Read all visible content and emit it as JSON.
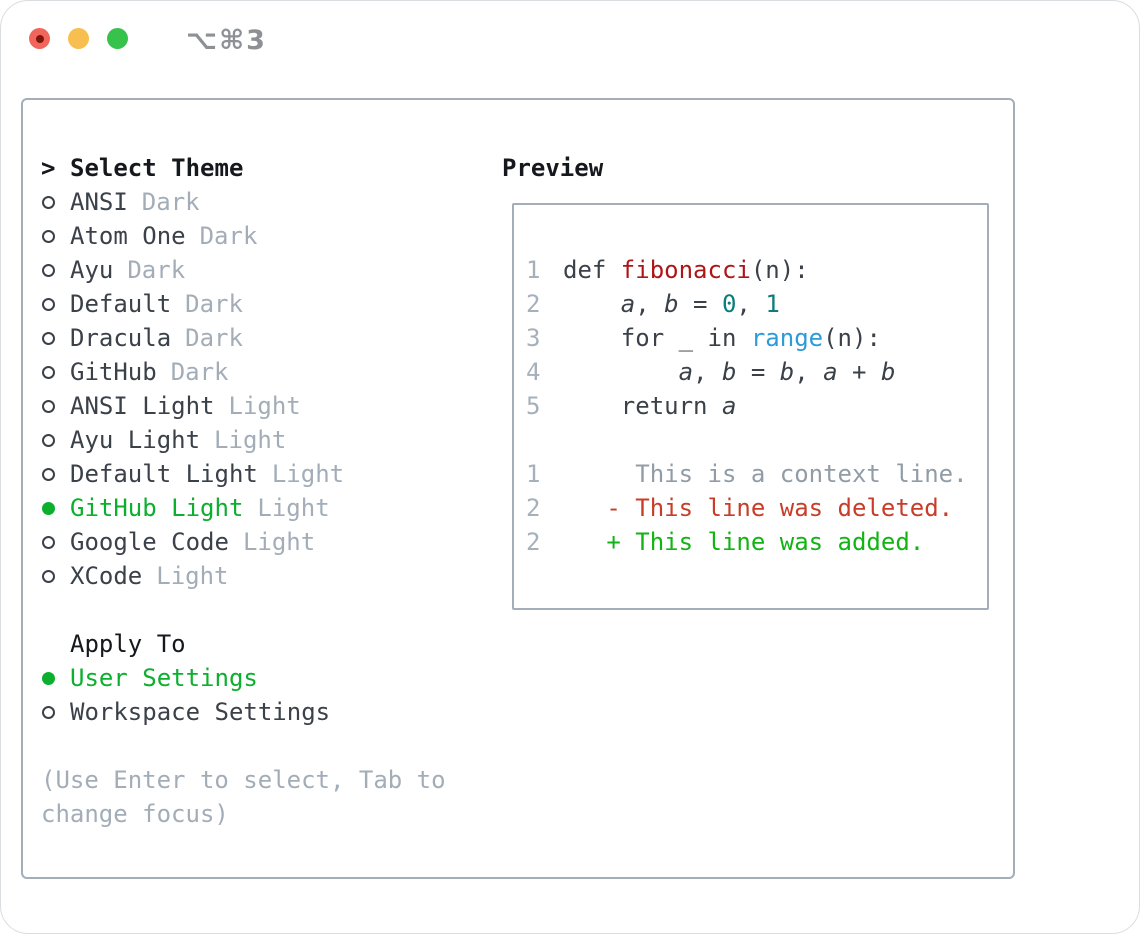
{
  "window": {
    "title": "⌥⌘3",
    "traffic_lights": [
      "close",
      "minimize",
      "zoom"
    ]
  },
  "theme_list": {
    "header_prefix": ">",
    "header": "Select Theme",
    "items": [
      {
        "name": "ANSI",
        "variant": "Dark",
        "selected": false
      },
      {
        "name": "Atom One",
        "variant": "Dark",
        "selected": false
      },
      {
        "name": "Ayu",
        "variant": "Dark",
        "selected": false
      },
      {
        "name": "Default",
        "variant": "Dark",
        "selected": false
      },
      {
        "name": "Dracula",
        "variant": "Dark",
        "selected": false
      },
      {
        "name": "GitHub",
        "variant": "Dark",
        "selected": false
      },
      {
        "name": "ANSI Light",
        "variant": "Light",
        "selected": false
      },
      {
        "name": "Ayu Light",
        "variant": "Light",
        "selected": false
      },
      {
        "name": "Default Light",
        "variant": "Light",
        "selected": false
      },
      {
        "name": "GitHub Light",
        "variant": "Light",
        "selected": true
      },
      {
        "name": "Google Code",
        "variant": "Light",
        "selected": false
      },
      {
        "name": "XCode",
        "variant": "Light",
        "selected": false
      }
    ]
  },
  "apply_to": {
    "label": "Apply To",
    "options": [
      {
        "label": "User Settings",
        "selected": true
      },
      {
        "label": "Workspace Settings",
        "selected": false
      }
    ]
  },
  "hint": "(Use Enter to select, Tab to change focus)",
  "preview": {
    "label": "Preview",
    "code_lines": [
      {
        "num": "1",
        "tokens": [
          {
            "t": "def ",
            "c": "fg"
          },
          {
            "t": "fibonacci",
            "c": "red"
          },
          {
            "t": "(n):",
            "c": "fg"
          }
        ]
      },
      {
        "num": "2",
        "tokens": [
          {
            "t": "    ",
            "c": "fg"
          },
          {
            "t": "a",
            "c": "var"
          },
          {
            "t": ", ",
            "c": "fg"
          },
          {
            "t": "b",
            "c": "var"
          },
          {
            "t": " = ",
            "c": "fg"
          },
          {
            "t": "0",
            "c": "num"
          },
          {
            "t": ", ",
            "c": "fg"
          },
          {
            "t": "1",
            "c": "num"
          }
        ]
      },
      {
        "num": "3",
        "tokens": [
          {
            "t": "    for _ in ",
            "c": "fg"
          },
          {
            "t": "range",
            "c": "blue"
          },
          {
            "t": "(n):",
            "c": "fg"
          }
        ]
      },
      {
        "num": "4",
        "tokens": [
          {
            "t": "        ",
            "c": "fg"
          },
          {
            "t": "a",
            "c": "var"
          },
          {
            "t": ", ",
            "c": "fg"
          },
          {
            "t": "b",
            "c": "var"
          },
          {
            "t": " = ",
            "c": "fg"
          },
          {
            "t": "b",
            "c": "var"
          },
          {
            "t": ", ",
            "c": "fg"
          },
          {
            "t": "a",
            "c": "var"
          },
          {
            "t": " + ",
            "c": "fg"
          },
          {
            "t": "b",
            "c": "var"
          }
        ]
      },
      {
        "num": "5",
        "tokens": [
          {
            "t": "    return ",
            "c": "fg"
          },
          {
            "t": "a",
            "c": "var"
          }
        ]
      }
    ],
    "diff_lines": [
      {
        "num": "1",
        "kind": "context",
        "text": "     This is a context line."
      },
      {
        "num": "2",
        "kind": "deleted",
        "text": "   - This line was deleted."
      },
      {
        "num": "2",
        "kind": "added",
        "text": "   + This line was added."
      }
    ]
  },
  "colors": {
    "accent_green": "#0caf2e",
    "added_green": "#12b414",
    "deleted_red": "#c83d28",
    "function_red": "#ad1619",
    "number_teal": "#0e7c7c",
    "builtin_blue": "#2d9bd8",
    "foreground": "#3a4149",
    "muted_gray": "#a3adb8",
    "panel_border": "#a4aeb8"
  }
}
